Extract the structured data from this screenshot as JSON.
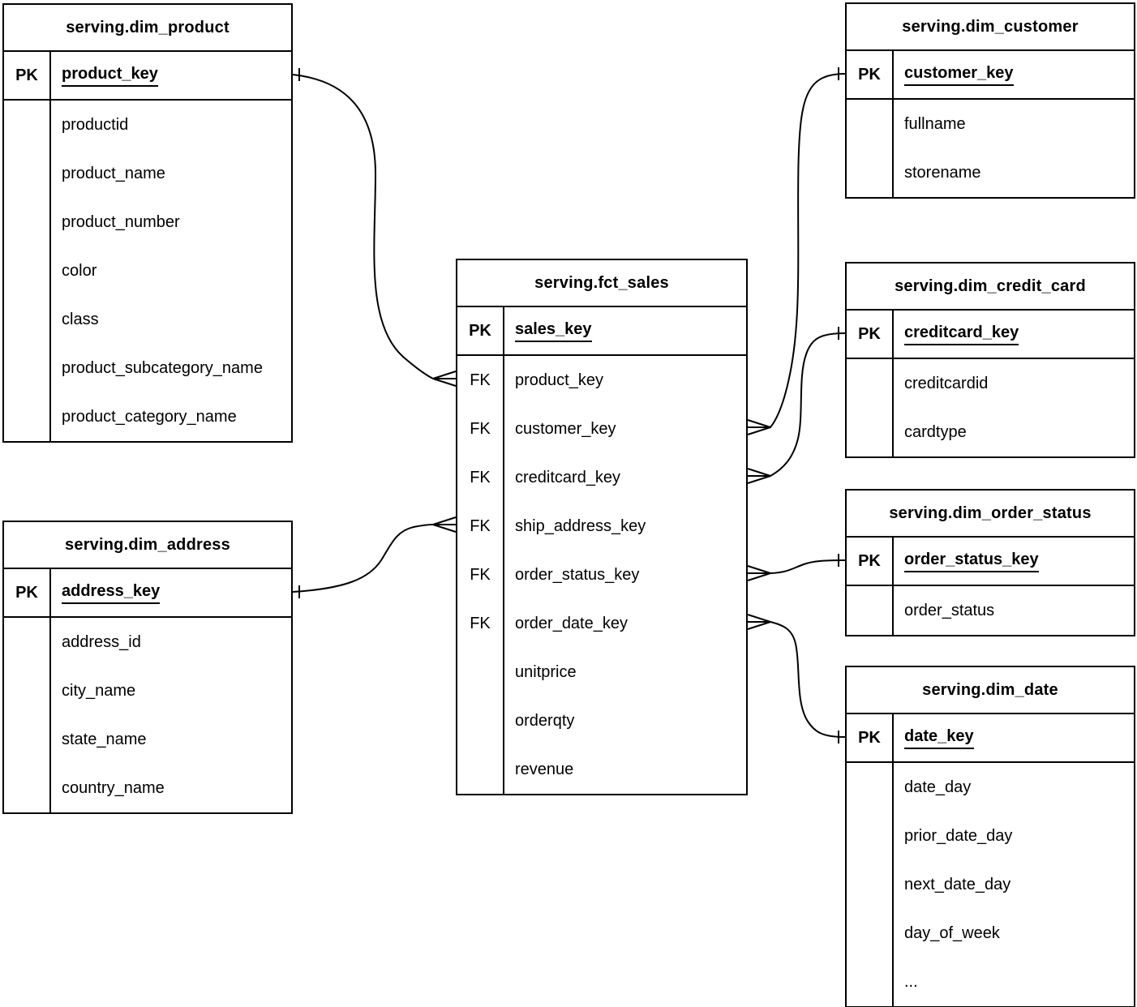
{
  "diagram": {
    "tables": [
      {
        "id": "dim_product",
        "title": "serving.dim_product",
        "rows": [
          {
            "key": "PK",
            "name": "product_key",
            "is_pk": true
          },
          {
            "key": "",
            "name": "productid"
          },
          {
            "key": "",
            "name": "product_name"
          },
          {
            "key": "",
            "name": "product_number"
          },
          {
            "key": "",
            "name": "color"
          },
          {
            "key": "",
            "name": "class"
          },
          {
            "key": "",
            "name": "product_subcategory_name"
          },
          {
            "key": "",
            "name": "product_category_name"
          }
        ]
      },
      {
        "id": "dim_address",
        "title": "serving.dim_address",
        "rows": [
          {
            "key": "PK",
            "name": "address_key",
            "is_pk": true
          },
          {
            "key": "",
            "name": "address_id"
          },
          {
            "key": "",
            "name": "city_name"
          },
          {
            "key": "",
            "name": "state_name"
          },
          {
            "key": "",
            "name": "country_name"
          }
        ]
      },
      {
        "id": "fct_sales",
        "title": "serving.fct_sales",
        "rows": [
          {
            "key": "PK",
            "name": "sales_key",
            "is_pk": true
          },
          {
            "key": "FK",
            "name": "product_key"
          },
          {
            "key": "FK",
            "name": "customer_key"
          },
          {
            "key": "FK",
            "name": "creditcard_key"
          },
          {
            "key": "FK",
            "name": "ship_address_key"
          },
          {
            "key": "FK",
            "name": "order_status_key"
          },
          {
            "key": "FK",
            "name": "order_date_key"
          },
          {
            "key": "",
            "name": "unitprice"
          },
          {
            "key": "",
            "name": "orderqty"
          },
          {
            "key": "",
            "name": "revenue"
          }
        ]
      },
      {
        "id": "dim_customer",
        "title": "serving.dim_customer",
        "rows": [
          {
            "key": "PK",
            "name": "customer_key",
            "is_pk": true
          },
          {
            "key": "",
            "name": "fullname"
          },
          {
            "key": "",
            "name": "storename"
          }
        ]
      },
      {
        "id": "dim_credit_card",
        "title": "serving.dim_credit_card",
        "rows": [
          {
            "key": "PK",
            "name": "creditcard_key",
            "is_pk": true
          },
          {
            "key": "",
            "name": "creditcardid"
          },
          {
            "key": "",
            "name": "cardtype"
          }
        ]
      },
      {
        "id": "dim_order_status",
        "title": "serving.dim_order_status",
        "rows": [
          {
            "key": "PK",
            "name": "order_status_key",
            "is_pk": true
          },
          {
            "key": "",
            "name": "order_status"
          }
        ]
      },
      {
        "id": "dim_date",
        "title": "serving.dim_date",
        "rows": [
          {
            "key": "PK",
            "name": "date_key",
            "is_pk": true
          },
          {
            "key": "",
            "name": "date_day"
          },
          {
            "key": "",
            "name": "prior_date_day"
          },
          {
            "key": "",
            "name": "next_date_day"
          },
          {
            "key": "",
            "name": "day_of_week"
          },
          {
            "key": "",
            "name": "..."
          }
        ]
      }
    ],
    "relationships": [
      {
        "many_table": "serving.fct_sales",
        "many_column": "product_key",
        "one_table": "serving.dim_product",
        "one_column": "product_key",
        "type": "one-to-many"
      },
      {
        "many_table": "serving.fct_sales",
        "many_column": "ship_address_key",
        "one_table": "serving.dim_address",
        "one_column": "address_key",
        "type": "one-to-many"
      },
      {
        "many_table": "serving.fct_sales",
        "many_column": "customer_key",
        "one_table": "serving.dim_customer",
        "one_column": "customer_key",
        "type": "one-to-many"
      },
      {
        "many_table": "serving.fct_sales",
        "many_column": "creditcard_key",
        "one_table": "serving.dim_credit_card",
        "one_column": "creditcard_key",
        "type": "one-to-many"
      },
      {
        "many_table": "serving.fct_sales",
        "many_column": "order_status_key",
        "one_table": "serving.dim_order_status",
        "one_column": "order_status_key",
        "type": "one-to-many"
      },
      {
        "many_table": "serving.fct_sales",
        "many_column": "order_date_key",
        "one_table": "serving.dim_date",
        "one_column": "date_key",
        "type": "one-to-many"
      }
    ],
    "colors": {
      "line": "#000000",
      "background": "#ffffff",
      "text": "#000000"
    }
  }
}
